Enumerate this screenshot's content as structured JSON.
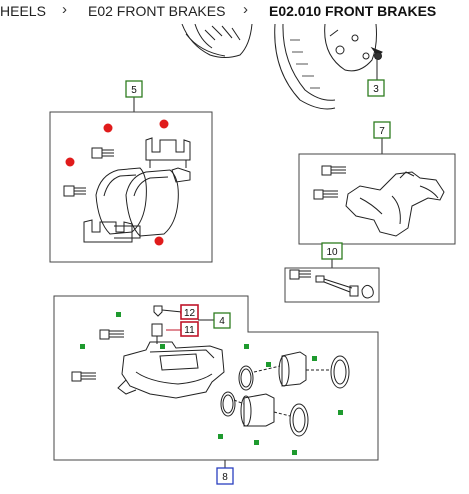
{
  "breadcrumb": {
    "items": [
      {
        "label": "HEELS"
      },
      {
        "label": "E02 FRONT BRAKES"
      },
      {
        "label": "E02.010 FRONT BRAKES"
      }
    ],
    "separator": "›"
  },
  "diagram": {
    "callouts": [
      {
        "id": "c3",
        "label": "3",
        "color": "#2e7d1f"
      },
      {
        "id": "c5",
        "label": "5",
        "color": "#2e7d1f"
      },
      {
        "id": "c7",
        "label": "7",
        "color": "#2e7d1f"
      },
      {
        "id": "c10",
        "label": "10",
        "color": "#2e7d1f"
      },
      {
        "id": "c12",
        "label": "12",
        "color": "#c0152a"
      },
      {
        "id": "c11",
        "label": "11",
        "color": "#c0152a"
      },
      {
        "id": "c4",
        "label": "4",
        "color": "#2e7d1f"
      },
      {
        "id": "c8",
        "label": "8",
        "color": "#2a3fbf"
      }
    ],
    "marker_colors": {
      "red": "#e01b1b",
      "green": "#1e9a2e"
    }
  }
}
